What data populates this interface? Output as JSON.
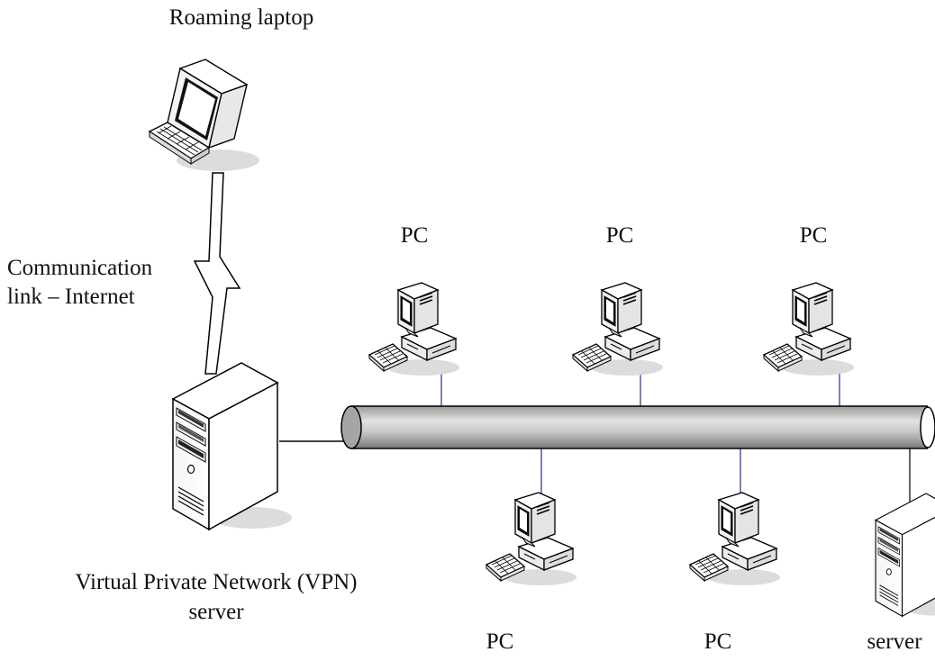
{
  "labels": {
    "laptop": "Roaming laptop",
    "link_line1": "Communication",
    "link_line2": "link – Internet",
    "vpn_line1": "Virtual Private Network (VPN)",
    "vpn_line2": "server",
    "pc_top_1": "PC",
    "pc_top_2": "PC",
    "pc_top_3": "PC",
    "pc_bottom_1": "PC",
    "pc_bottom_2": "PC",
    "server_right": "server"
  },
  "colors": {
    "stroke": "#000000",
    "link_line": "#2a2a8a",
    "tube_dark": "#8c8c8c",
    "tube_light": "#d4d4d4",
    "shadow": "#d9d9d9"
  },
  "icons": [
    "laptop-icon",
    "server-icon",
    "pc-icon",
    "lightning-link-icon",
    "network-bus-icon"
  ]
}
